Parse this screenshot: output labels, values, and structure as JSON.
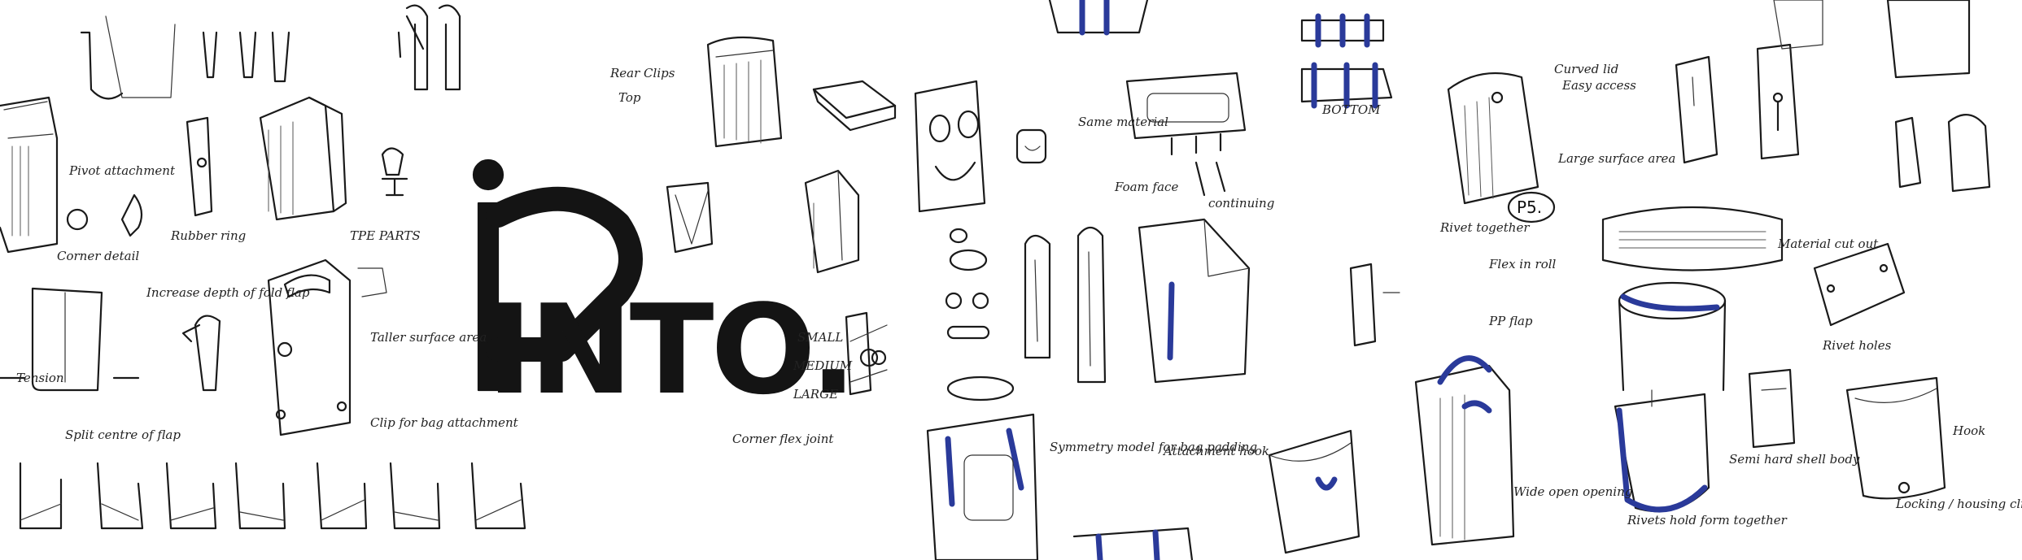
{
  "brand": {
    "logo_text": "INTO.",
    "ink_color": "#141414",
    "accent_blue": "#2a3a9a"
  },
  "annotations": {
    "left_panel": [
      "Tension",
      "Pivot attachment",
      "Corner detail",
      "Increase depth of fold flap",
      "Split centre of flap",
      "Rubber ring",
      "TPE PARTS",
      "Clip for bag attachment",
      "Taller surface area"
    ],
    "centre_panel": [
      "Rear Clips",
      "Top",
      "Same material",
      "Foam face",
      "continuing",
      "Symmetry model for bag padding",
      "Attachment hook",
      "SMALL",
      "MEDIUM",
      "LARGE",
      "Corner flex joint"
    ],
    "right_panel": [
      "Curved lid",
      "Large surface area",
      "BOTTOM",
      "Flex in roll",
      "PP flap",
      "Rivet together",
      "Easy access",
      "Wide open opening",
      "Rivets hold form together",
      "Semi hard shell body",
      "Material cut out",
      "Rivet holes",
      "Hook",
      "Locking / housing clip",
      "P5."
    ]
  }
}
